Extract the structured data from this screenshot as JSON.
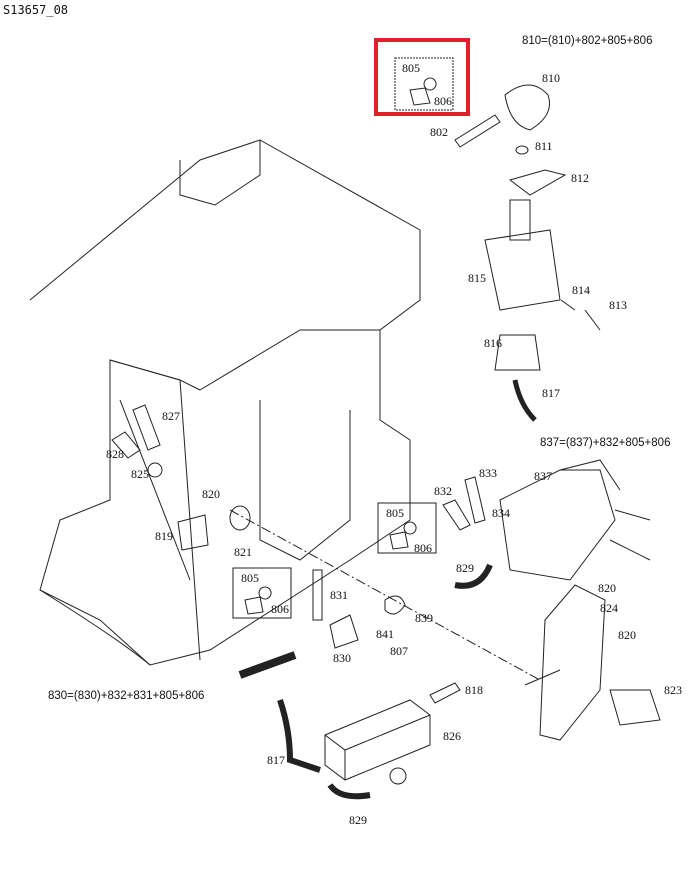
{
  "diagram_code": "S13657_08",
  "formulas": {
    "f810": "810=(810)+802+805+806",
    "f837": "837=(837)+832+805+806",
    "f830": "830=(830)+832+831+805+806"
  },
  "highlight_color": "#e0202a",
  "parts": {
    "p805a": "805",
    "p806a": "806",
    "p810": "810",
    "p802": "802",
    "p811": "811",
    "p812": "812",
    "p815": "815",
    "p814": "814",
    "p813": "813",
    "p816": "816",
    "p817a": "817",
    "p827": "827",
    "p828": "828",
    "p825": "825",
    "p820a": "820",
    "p819": "819",
    "p821": "821",
    "p833": "833",
    "p837": "837",
    "p832": "832",
    "p834": "834",
    "p805b": "805",
    "p806b": "806",
    "p829a": "829",
    "p820b": "820",
    "p824": "824",
    "p820c": "820",
    "p805c": "805",
    "p806c": "806",
    "p831": "831",
    "p839": "839",
    "p841": "841",
    "p807": "807",
    "p830": "830",
    "p818": "818",
    "p823": "823",
    "p826": "826",
    "p817b": "817",
    "p829b": "829"
  }
}
